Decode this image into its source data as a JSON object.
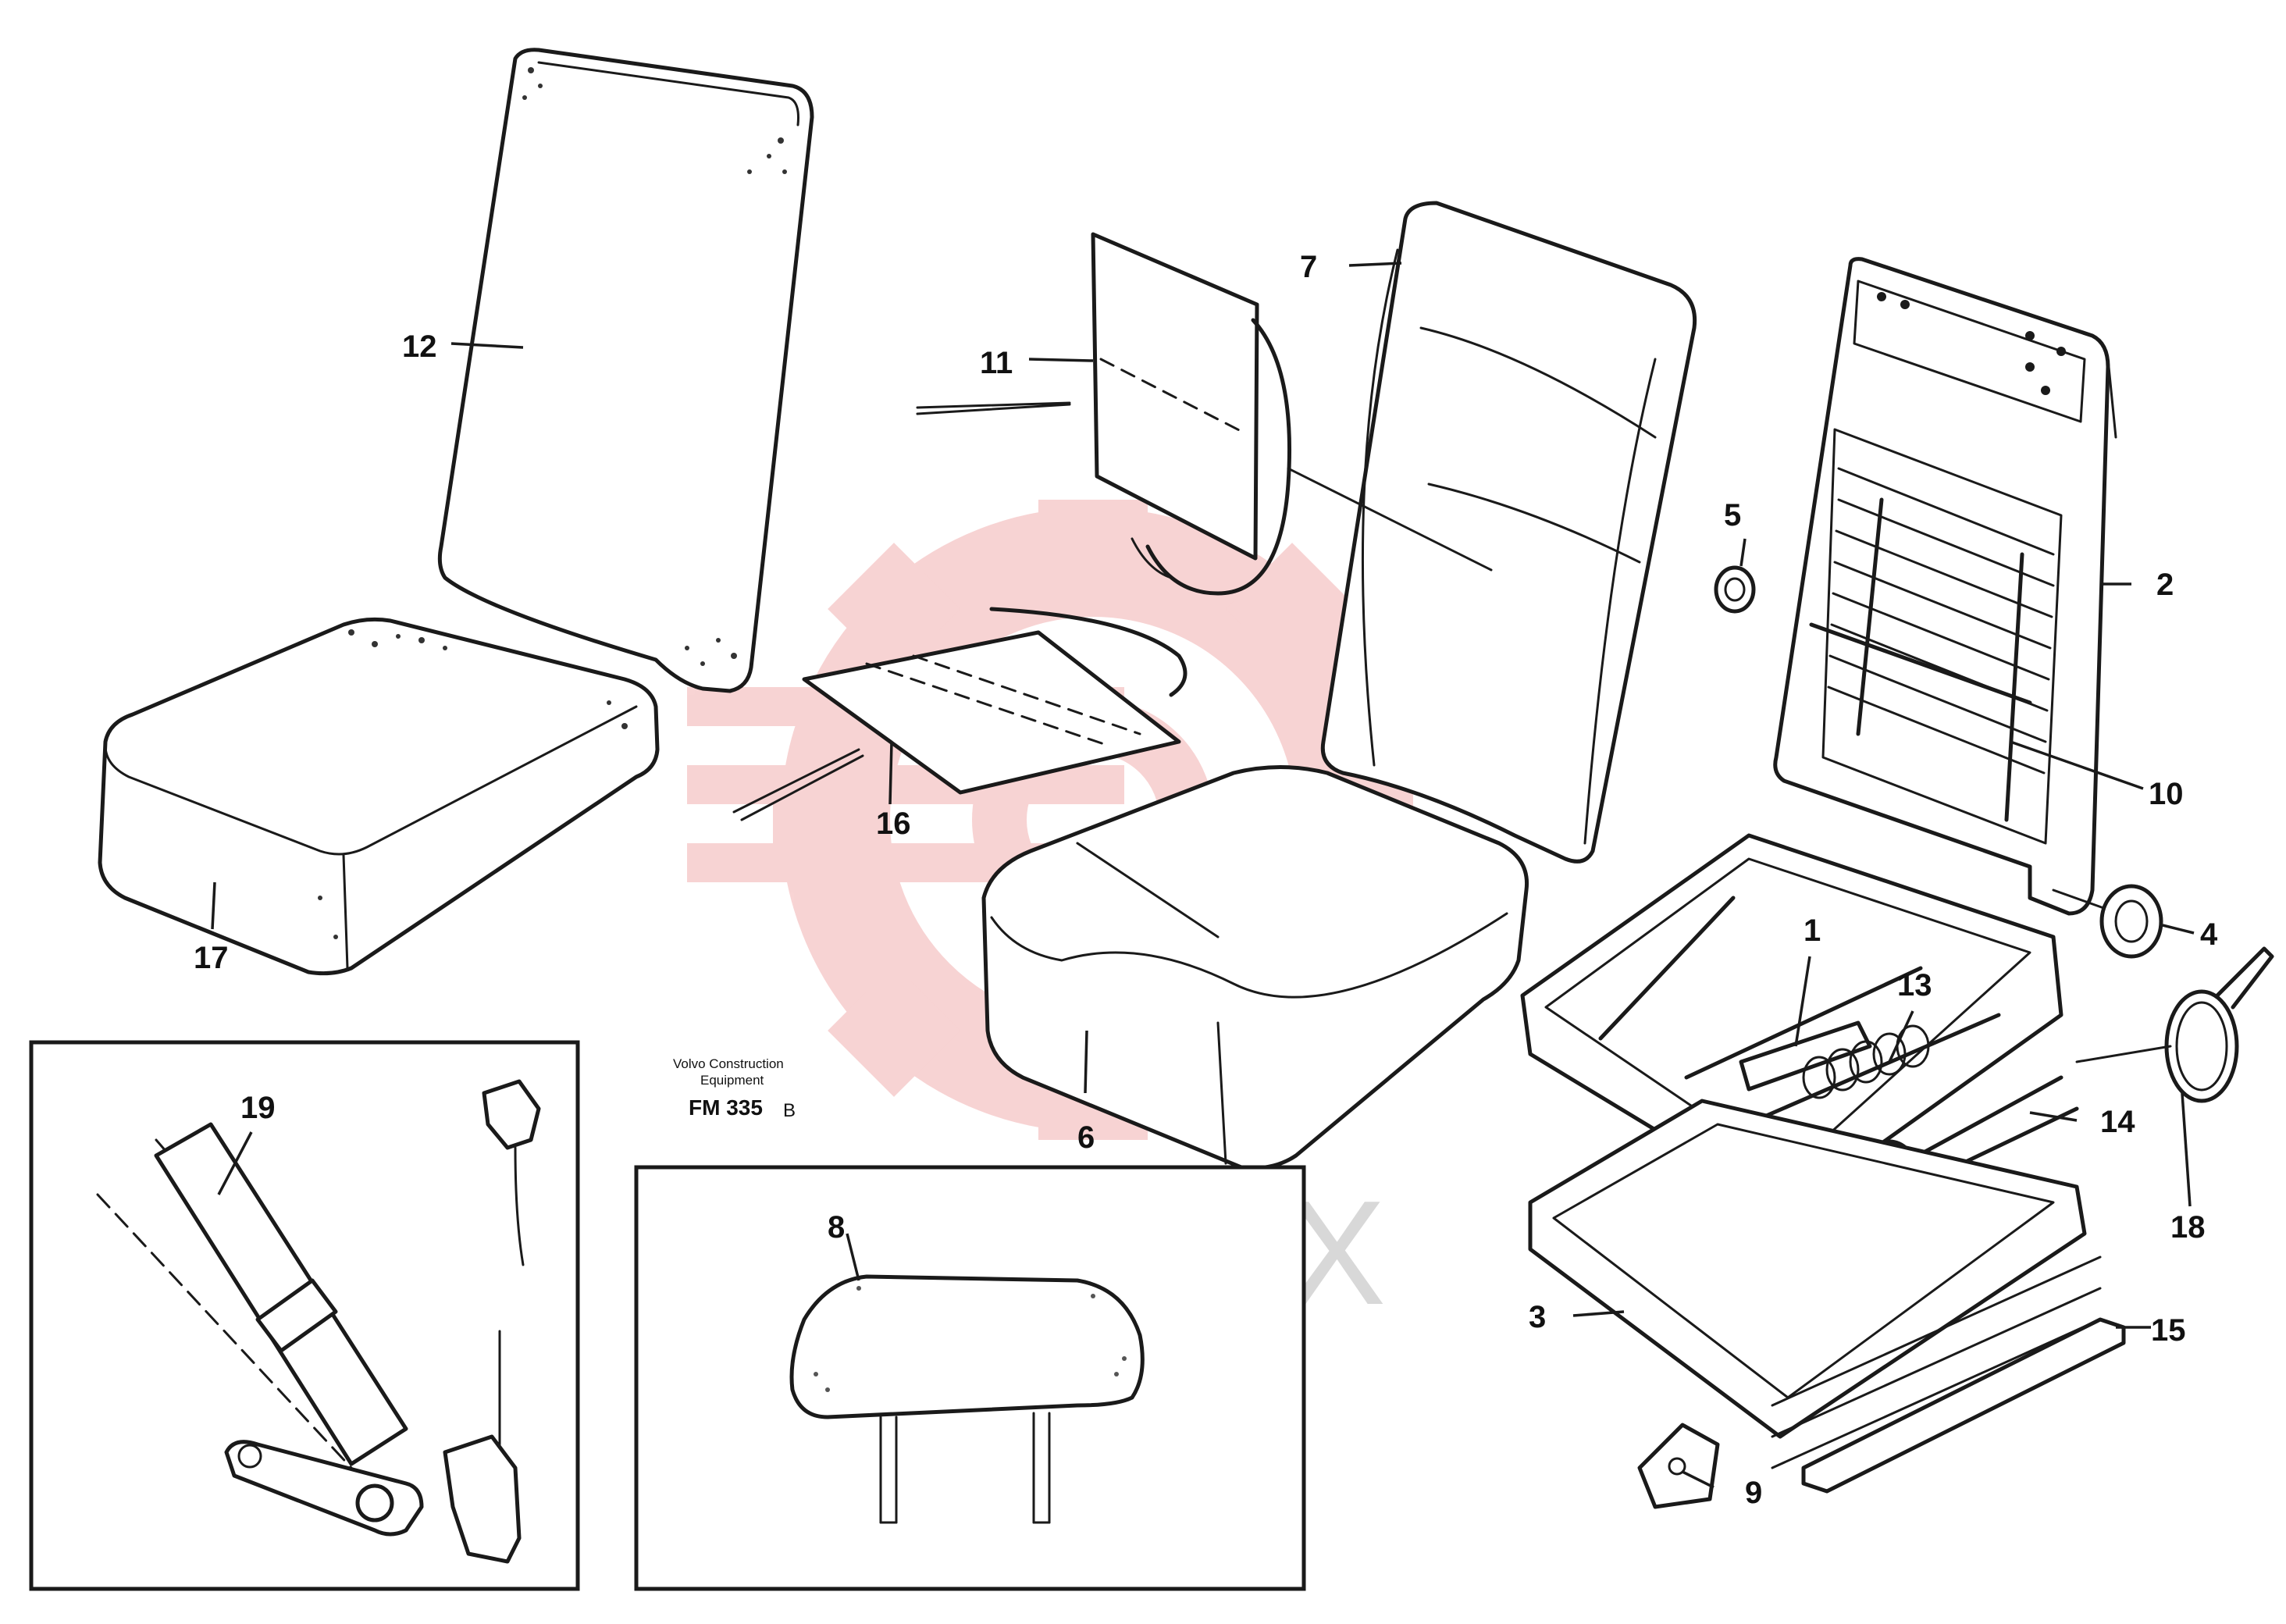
{
  "caption": {
    "line1": "Volvo Construction",
    "line2": "Equipment",
    "code": "FM 335",
    "revision": "B"
  },
  "watermark": {
    "text": "ИНТЕХ",
    "logo_color": "#f2b0b0",
    "text_color": "#d8d8d8"
  },
  "callouts": {
    "c1": "1",
    "c2": "2",
    "c3": "3",
    "c4": "4",
    "c5": "5",
    "c6": "6",
    "c7": "7",
    "c8": "8",
    "c9": "9",
    "c10": "10",
    "c11": "11",
    "c12": "12",
    "c13": "13",
    "c14": "14",
    "c15": "15",
    "c16": "16",
    "c17": "17",
    "c18": "18",
    "c19": "19"
  }
}
